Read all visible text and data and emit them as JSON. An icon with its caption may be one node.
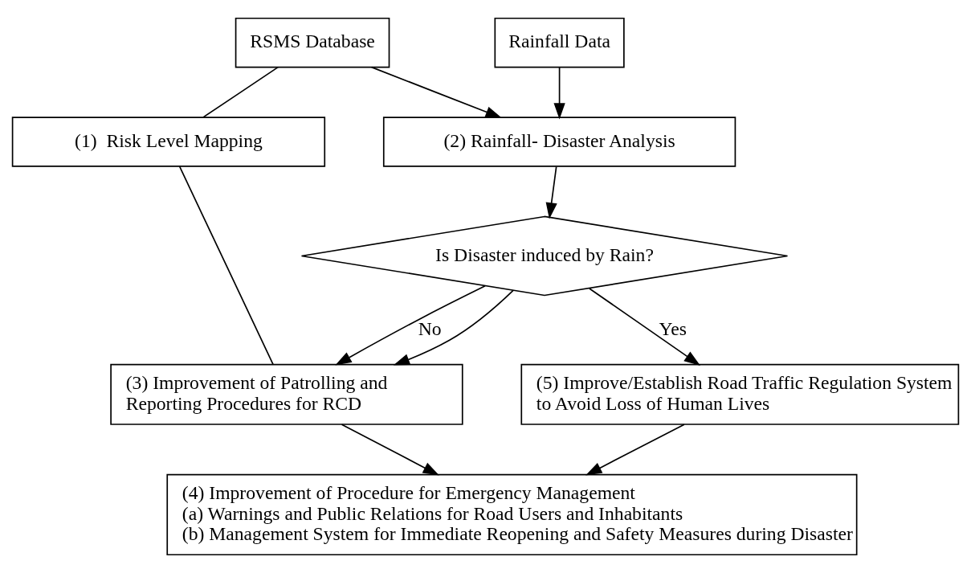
{
  "diagram": {
    "nodes": [
      {
        "text": [
          "RSMS Database"
        ]
      },
      {
        "text": [
          "Rainfall Data"
        ]
      },
      {
        "text": [
          "(1)  Risk Level Mapping"
        ]
      },
      {
        "text": [
          "(2) Rainfall- Disaster Analysis"
        ]
      },
      {
        "text": [
          "Is Disaster induced by Rain?"
        ]
      },
      {
        "text": [
          "(3) Improvement of Patrolling and Reporting Procedures for RCD"
        ]
      },
      {
        "text": [
          "(5) Improve/Establish Road Traffic Regulation System to Avoid Loss of Human Lives"
        ]
      },
      {
        "text": [
          "(4) Improvement of Procedure for Emergency Management",
          "(a) Warnings and Public Relations for Road Users and Inhabitants",
          "(b) Management System for Immediate Reopening and Safety Measures during Disaster"
        ]
      }
    ],
    "edges": [
      {
        "from": 0,
        "to": 2,
        "arrow": "none"
      },
      {
        "from": 0,
        "to": 3,
        "arrow": "to"
      },
      {
        "from": 1,
        "to": 3,
        "arrow": "to"
      },
      {
        "from": 3,
        "to": 4,
        "arrow": "to"
      },
      {
        "from": 2,
        "to": 5,
        "arrow": "none"
      },
      {
        "from": 4,
        "to": 5,
        "arrow": "to",
        "label": "No"
      },
      {
        "from": 4,
        "to": 5,
        "arrow": "to"
      },
      {
        "from": 4,
        "to": 6,
        "arrow": "to",
        "label": "Yes"
      },
      {
        "from": 5,
        "to": 7,
        "arrow": "to"
      },
      {
        "from": 6,
        "to": 7,
        "arrow": "to"
      }
    ]
  }
}
